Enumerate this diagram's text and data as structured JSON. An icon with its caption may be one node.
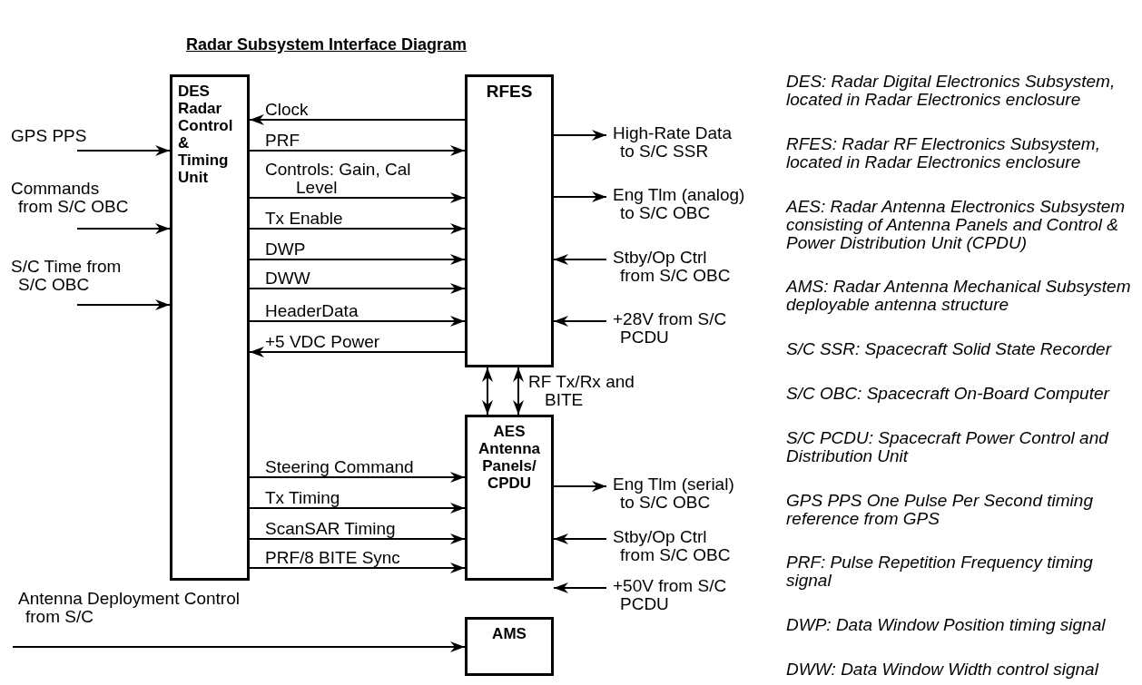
{
  "diagram": {
    "title": "Radar Subsystem Interface Diagram",
    "nodes": [
      {
        "text": [
          "DES Radar Control & Timing Unit"
        ]
      },
      {
        "text": [
          "RFES"
        ]
      },
      {
        "text": [
          "AES Antenna Panels/ CPDU"
        ]
      },
      {
        "text": [
          "AMS"
        ]
      },
      {
        "text": [
          "GPS PPS"
        ]
      },
      {
        "text": [
          "Commands from S/C OBC"
        ]
      },
      {
        "text": [
          "S/C Time from S/C OBC"
        ]
      },
      {
        "text": [
          "High-Rate Data to S/C SSR"
        ]
      },
      {
        "text": [
          "Eng Tlm (analog) to S/C OBC"
        ]
      },
      {
        "text": [
          "Stby/Op Ctrl from S/C OBC"
        ]
      },
      {
        "text": [
          "+28V from S/C PCDU"
        ]
      },
      {
        "text": [
          "Eng Tlm (serial) to S/C OBC"
        ]
      },
      {
        "text": [
          "Stby/Op Ctrl from S/C OBC"
        ]
      },
      {
        "text": [
          "+50V from S/C PCDU"
        ]
      },
      {
        "text": [
          "Antenna Deployment Control from S/C"
        ]
      }
    ],
    "edges": [
      {
        "from": 4,
        "to": 0,
        "arrow": "to"
      },
      {
        "from": 5,
        "to": 0,
        "arrow": "to"
      },
      {
        "from": 6,
        "to": 0,
        "arrow": "to"
      },
      {
        "from": 1,
        "to": 0,
        "arrow": "to",
        "label": "Clock"
      },
      {
        "from": 0,
        "to": 1,
        "arrow": "to",
        "label": "PRF"
      },
      {
        "from": 0,
        "to": 1,
        "arrow": "to",
        "label": "Controls: Gain, Cal Level"
      },
      {
        "from": 0,
        "to": 1,
        "arrow": "to",
        "label": "Tx Enable"
      },
      {
        "from": 0,
        "to": 1,
        "arrow": "to",
        "label": "DWP"
      },
      {
        "from": 0,
        "to": 1,
        "arrow": "to",
        "label": "DWW"
      },
      {
        "from": 0,
        "to": 1,
        "arrow": "to",
        "label": "HeaderData"
      },
      {
        "from": 1,
        "to": 0,
        "arrow": "to",
        "label": "+5 VDC Power"
      },
      {
        "from": 1,
        "to": 2,
        "arrow": "both"
      },
      {
        "from": 1,
        "to": 2,
        "arrow": "both",
        "label": "RF Tx/Rx and BITE"
      },
      {
        "from": 0,
        "to": 2,
        "arrow": "to",
        "label": "Steering Command"
      },
      {
        "from": 0,
        "to": 2,
        "arrow": "to",
        "label": "Tx Timing"
      },
      {
        "from": 0,
        "to": 2,
        "arrow": "to",
        "label": "ScanSAR Timing"
      },
      {
        "from": 0,
        "to": 2,
        "arrow": "to",
        "label": "PRF/8 BITE Sync"
      },
      {
        "from": 1,
        "to": 7,
        "arrow": "to"
      },
      {
        "from": 1,
        "to": 8,
        "arrow": "to"
      },
      {
        "from": 9,
        "to": 1,
        "arrow": "to"
      },
      {
        "from": 10,
        "to": 1,
        "arrow": "to"
      },
      {
        "from": 2,
        "to": 11,
        "arrow": "to"
      },
      {
        "from": 12,
        "to": 2,
        "arrow": "to"
      },
      {
        "from": 13,
        "to": 2,
        "arrow": "to"
      },
      {
        "from": 14,
        "to": 3,
        "arrow": "to"
      }
    ],
    "labels": [
      "DES: Radar Digital Electronics Subsystem, located in Radar Electronics enclosure",
      "RFES: Radar RF Electronics Subsystem, located in Radar Electronics enclosure",
      "AES: Radar Antenna Electronics Subsystem consisting of Antenna Panels and Control & Power Distribution Unit (CPDU)",
      "AMS: Radar Antenna Mechanical Subsystem deployable antenna structure",
      "S/C SSR: Spacecraft Solid State Recorder",
      "S/C OBC: Spacecraft On-Board Computer",
      "S/C PCDU: Spacecraft Power Control and Distribution Unit",
      "GPS PPS One Pulse Per Second timing reference from GPS",
      "PRF: Pulse Repetition Frequency timing signal",
      "DWP: Data Window Position timing signal",
      "DWW: Data Window Width control signal"
    ]
  }
}
